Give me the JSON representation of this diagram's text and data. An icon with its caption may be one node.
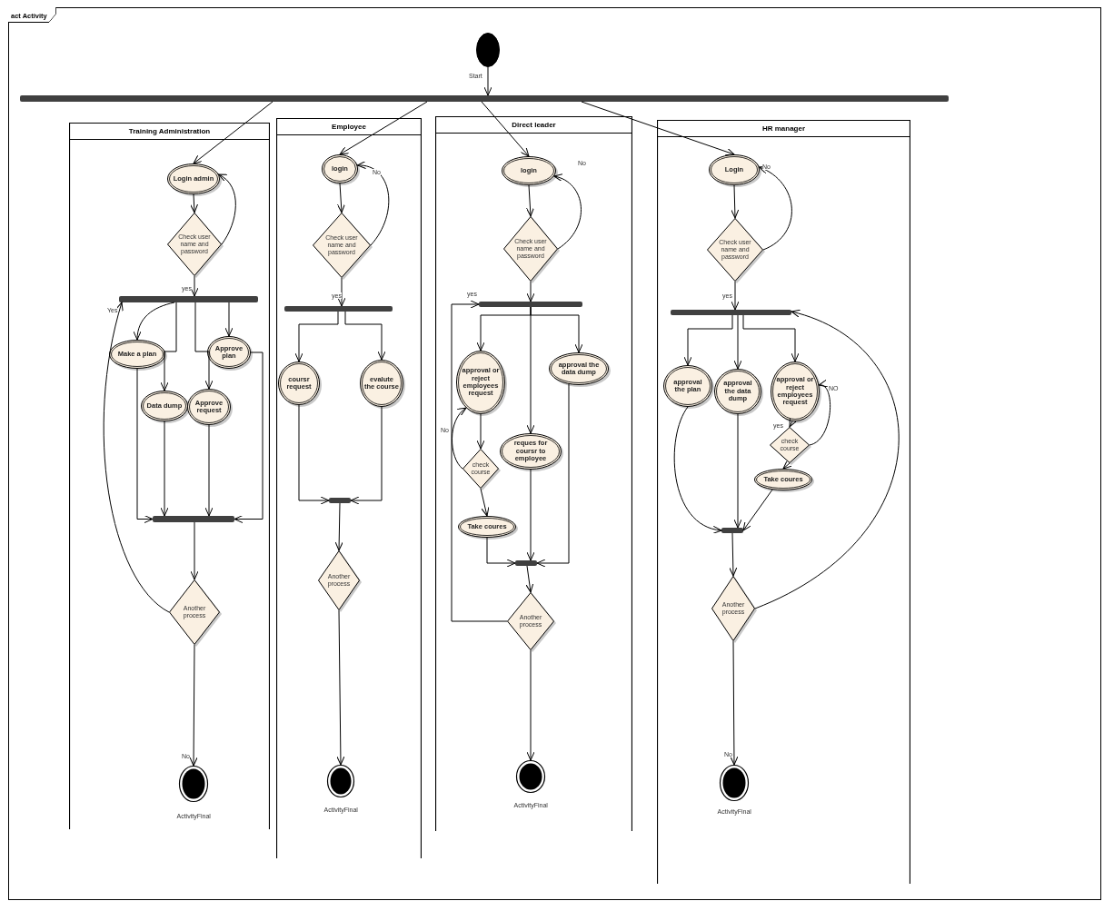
{
  "diagram": {
    "nodes": [
      {
        "text": [
          "act Activity"
        ]
      },
      {
        "text": [],
        "shape": "circle",
        "in": 0,
        "beside": [
          "Start"
        ]
      },
      {
        "text": [],
        "shape": "bar",
        "in": 0
      },
      {
        "text": [
          "Training Administration"
        ],
        "in": 0
      },
      {
        "text": [
          "Employee"
        ],
        "in": 0
      },
      {
        "text": [
          "Direct leader"
        ],
        "in": 0
      },
      {
        "text": [
          "HR manager"
        ],
        "in": 0
      },
      {
        "text": [
          "Login admin"
        ],
        "in": 3
      },
      {
        "text": [
          "Check user name and password"
        ],
        "in": 3
      },
      {
        "text": [],
        "shape": "bar",
        "in": 3
      },
      {
        "text": [
          "Make a plan"
        ],
        "in": 3
      },
      {
        "text": [
          "Approve plan"
        ],
        "in": 3
      },
      {
        "text": [
          "Data dump"
        ],
        "in": 3
      },
      {
        "text": [
          "Approve request"
        ],
        "in": 3
      },
      {
        "text": [],
        "shape": "bar",
        "in": 3
      },
      {
        "text": [
          "Another process"
        ],
        "in": 3
      },
      {
        "text": [],
        "shape": "circle",
        "in": 3,
        "beside": [
          "ActivityFinal"
        ]
      },
      {
        "text": [
          "login"
        ],
        "in": 4
      },
      {
        "text": [
          "Check user name and password"
        ],
        "in": 4
      },
      {
        "text": [],
        "shape": "bar",
        "in": 4
      },
      {
        "text": [
          "coursr request"
        ],
        "in": 4
      },
      {
        "text": [
          "evalute the course"
        ],
        "in": 4
      },
      {
        "text": [],
        "shape": "bar",
        "in": 4
      },
      {
        "text": [
          "Another process"
        ],
        "in": 4
      },
      {
        "text": [],
        "shape": "circle",
        "in": 4,
        "beside": [
          "ActivityFinal"
        ]
      },
      {
        "text": [
          "login"
        ],
        "in": 5
      },
      {
        "text": [
          "Check user name and password"
        ],
        "in": 5
      },
      {
        "text": [],
        "shape": "bar",
        "in": 5
      },
      {
        "text": [
          "approval or reject employees request"
        ],
        "in": 5
      },
      {
        "text": [
          "approval the data dump"
        ],
        "in": 5
      },
      {
        "text": [
          "check course"
        ],
        "in": 5
      },
      {
        "text": [
          "reques for coursr to employee"
        ],
        "in": 5
      },
      {
        "text": [
          "Take coures"
        ],
        "in": 5
      },
      {
        "text": [],
        "shape": "bar",
        "in": 5
      },
      {
        "text": [
          "Another process"
        ],
        "in": 5
      },
      {
        "text": [],
        "shape": "circle",
        "in": 5,
        "beside": [
          "ActivityFinal"
        ]
      },
      {
        "text": [
          "Login"
        ],
        "in": 6
      },
      {
        "text": [
          "Check user name and password"
        ],
        "in": 6
      },
      {
        "text": [],
        "shape": "bar",
        "in": 6
      },
      {
        "text": [
          "approval the plan"
        ],
        "in": 6
      },
      {
        "text": [
          "approval the data dump"
        ],
        "in": 6
      },
      {
        "text": [
          "approval or reject employees request"
        ],
        "in": 6
      },
      {
        "text": [
          "check course"
        ],
        "in": 6
      },
      {
        "text": [
          "Take coures"
        ],
        "in": 6
      },
      {
        "text": [],
        "shape": "bar",
        "in": 6
      },
      {
        "text": [
          "Another process"
        ],
        "in": 6
      },
      {
        "text": [],
        "shape": "circle",
        "in": 6,
        "beside": [
          "ActivityFinal"
        ]
      }
    ],
    "edges": [
      {
        "from": 1,
        "to": 2,
        "arrow": "to"
      },
      {
        "from": 2,
        "to": 7,
        "arrow": "to"
      },
      {
        "from": 7,
        "to": 8,
        "arrow": "to"
      },
      {
        "from": 8,
        "to": 7,
        "arrow": "to"
      },
      {
        "from": 8,
        "to": 9,
        "arrow": "to",
        "label": "yes"
      },
      {
        "from": 9,
        "to": 10,
        "arrow": "to"
      },
      {
        "from": 9,
        "to": 11,
        "arrow": "to"
      },
      {
        "from": 9,
        "to": 12,
        "arrow": "to"
      },
      {
        "from": 9,
        "to": 13,
        "arrow": "to"
      },
      {
        "from": 10,
        "to": 14,
        "arrow": "to"
      },
      {
        "from": 12,
        "to": 14,
        "arrow": "to"
      },
      {
        "from": 13,
        "to": 14,
        "arrow": "to"
      },
      {
        "from": 11,
        "to": 14,
        "arrow": "to"
      },
      {
        "from": 14,
        "to": 15,
        "arrow": "to"
      },
      {
        "from": 15,
        "to": 9,
        "arrow": "to",
        "label": "Yes"
      },
      {
        "from": 15,
        "to": 16,
        "arrow": "to",
        "label": "No"
      },
      {
        "from": 2,
        "to": 17,
        "arrow": "to"
      },
      {
        "from": 17,
        "to": 18,
        "arrow": "to"
      },
      {
        "from": 18,
        "to": 17,
        "arrow": "to",
        "label": "No"
      },
      {
        "from": 18,
        "to": 19,
        "arrow": "to",
        "label": "yes"
      },
      {
        "from": 19,
        "to": 20,
        "arrow": "to"
      },
      {
        "from": 19,
        "to": 21,
        "arrow": "to"
      },
      {
        "from": 20,
        "to": 22,
        "arrow": "to"
      },
      {
        "from": 21,
        "to": 22,
        "arrow": "to"
      },
      {
        "from": 22,
        "to": 23,
        "arrow": "to"
      },
      {
        "from": 23,
        "to": 24,
        "arrow": "to"
      },
      {
        "from": 2,
        "to": 25,
        "arrow": "to"
      },
      {
        "from": 25,
        "to": 26,
        "arrow": "to"
      },
      {
        "from": 26,
        "to": 25,
        "arrow": "to",
        "label": "No"
      },
      {
        "from": 26,
        "to": 27,
        "arrow": "to"
      },
      {
        "from": 27,
        "to": 28,
        "arrow": "to"
      },
      {
        "from": 27,
        "to": 29,
        "arrow": "to"
      },
      {
        "from": 27,
        "to": 31,
        "arrow": "to"
      },
      {
        "from": 28,
        "to": 30,
        "arrow": "to"
      },
      {
        "from": 30,
        "to": 28,
        "arrow": "to",
        "label": "No"
      },
      {
        "from": 30,
        "to": 32,
        "arrow": "to"
      },
      {
        "from": 32,
        "to": 33,
        "arrow": "to"
      },
      {
        "from": 31,
        "to": 33,
        "arrow": "to"
      },
      {
        "from": 29,
        "to": 33,
        "arrow": "to"
      },
      {
        "from": 33,
        "to": 34,
        "arrow": "to"
      },
      {
        "from": 34,
        "to": 27,
        "arrow": "to",
        "label": "yes"
      },
      {
        "from": 34,
        "to": 35,
        "arrow": "to"
      },
      {
        "from": 2,
        "to": 36,
        "arrow": "to"
      },
      {
        "from": 36,
        "to": 37,
        "arrow": "to"
      },
      {
        "from": 37,
        "to": 36,
        "arrow": "to",
        "label": "No"
      },
      {
        "from": 37,
        "to": 38,
        "arrow": "to",
        "label": "yes"
      },
      {
        "from": 38,
        "to": 39,
        "arrow": "to"
      },
      {
        "from": 38,
        "to": 40,
        "arrow": "to"
      },
      {
        "from": 38,
        "to": 41,
        "arrow": "to"
      },
      {
        "from": 41,
        "to": 42,
        "arrow": "to",
        "label": "yes"
      },
      {
        "from": 42,
        "to": 41,
        "arrow": "to",
        "label": "NO"
      },
      {
        "from": 42,
        "to": 43,
        "arrow": "to"
      },
      {
        "from": 39,
        "to": 44,
        "arrow": "to"
      },
      {
        "from": 40,
        "to": 44,
        "arrow": "to"
      },
      {
        "from": 43,
        "to": 44,
        "arrow": "to"
      },
      {
        "from": 44,
        "to": 45,
        "arrow": "to"
      },
      {
        "from": 45,
        "to": 38,
        "arrow": "to"
      },
      {
        "from": 45,
        "to": 46,
        "arrow": "to",
        "label": "No"
      }
    ]
  }
}
